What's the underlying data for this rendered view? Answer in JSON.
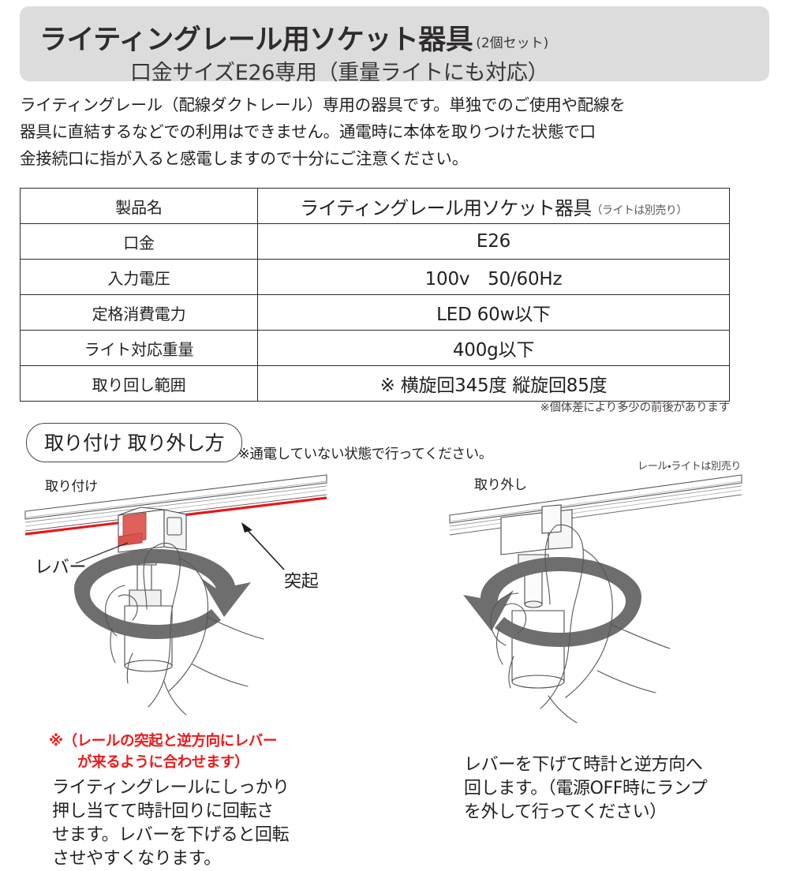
{
  "header": {
    "title": "ライティングレール用ソケット器具",
    "title_suffix": "(2個セット)",
    "subtitle": "口金サイズE26専用（重量ライトにも対応）"
  },
  "intro": {
    "line1": "ライティングレール（配線ダクトレール）専用の器具です。単独でのご使用や配線を",
    "line2": "器具に直結するなどでの利用はできません。通電時に本体を取りつけた状態で口",
    "line3": "金接続口に指が入ると感電しますので十分にご注意ください。"
  },
  "spec_table": {
    "rows": [
      {
        "key": "製品名",
        "value": "ライティングレール用ソケット器具",
        "note": "（ライトは別売り）"
      },
      {
        "key": "口金",
        "value": "E26",
        "note": ""
      },
      {
        "key": "入力電圧",
        "value": "100ⅴ　50/60Hz",
        "note": ""
      },
      {
        "key": "定格消費電力",
        "value": "LED 60w以下",
        "note": ""
      },
      {
        "key": "ライト対応重量",
        "value": "400g以下",
        "note": ""
      },
      {
        "key": "取り回し範囲",
        "value": "※ 横旋回345度 縦旋回85度",
        "note": ""
      }
    ],
    "footnote": "※個体差により多少の前後があります"
  },
  "howto": {
    "pill_label": "取り付け 取り外し方",
    "power_note": "※通電していない状態で行ってください。",
    "sold_separately": "レール・ライトは別売り"
  },
  "figures": {
    "install": {
      "label": "取り付け",
      "callout_lever": "レバー",
      "callout_boss": "突起",
      "rotation": "clockwise"
    },
    "remove": {
      "label": "取り外し",
      "rotation": "counter-clockwise"
    }
  },
  "captions": {
    "warning_line1": "※（レールの突起と逆方向にレバー",
    "warning_line2": "が来るように合わせます）",
    "install_l1": "ライティングレールにしっかり",
    "install_l2": "押し当てて時計回りに回転さ",
    "install_l3": "せます。レバーを下げると回転",
    "install_l4": "させやすくなります。",
    "remove_l1": "レバーを下げて時計と逆方向へ",
    "remove_l2": "回します。（電源OFF時にランプ",
    "remove_l3": "を外して行ってください）"
  },
  "colors": {
    "banner_bg": "#dcdcdc",
    "text": "#231f20",
    "warning_red": "#ee1a1a",
    "lever_red": "#e0605c",
    "rail_stripe_red": "#e8161b",
    "arrow_gray": "#6e6e6e",
    "table_border": "#2b2b2b"
  }
}
